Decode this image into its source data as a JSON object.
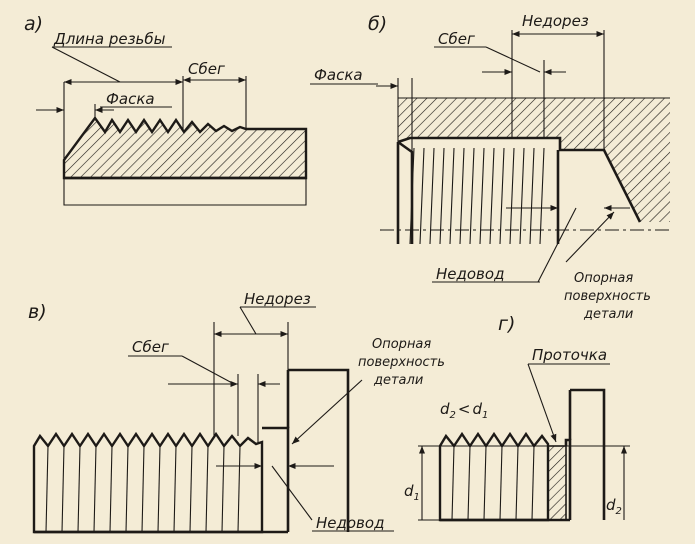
{
  "colors": {
    "paper": "#f4ecd6",
    "ink": "#1d1a17"
  },
  "panels": {
    "a": {
      "label": "а)",
      "thread_length": "Длина резьбы",
      "runout": "Сбег",
      "chamfer": "Фаска"
    },
    "b": {
      "label": "б)",
      "undercut": "Недорез",
      "runout": "Сбег",
      "chamfer": "Фаска",
      "underrun": "Недовод",
      "bearing_1": "Опорная",
      "bearing_2": "поверхность",
      "bearing_3": "детали"
    },
    "v": {
      "label": "в)",
      "undercut": "Недорез",
      "runout": "Сбег",
      "bearing_1": "Опорная",
      "bearing_2": "поверхность",
      "bearing_3": "детали",
      "underrun": "Недовод"
    },
    "g": {
      "label": "г)",
      "groove": "Проточка",
      "relation_d2": "d",
      "relation_sub2": "2",
      "relation_lt": "<",
      "relation_d1": "d",
      "relation_sub1": "1",
      "dim_d1": "d",
      "dim_d1_sub": "1",
      "dim_d2": "d",
      "dim_d2_sub": "2"
    }
  }
}
